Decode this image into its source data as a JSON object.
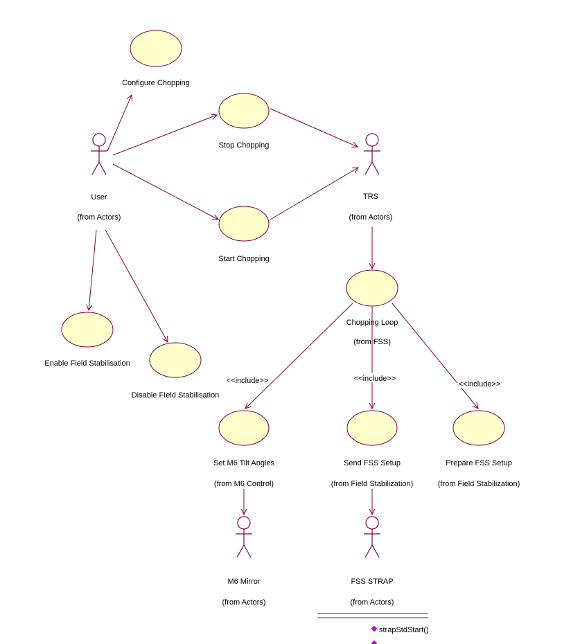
{
  "diagram": {
    "type": "uml-use-case-diagram",
    "colors": {
      "line": "#800040",
      "usecase_fill": "#FFFFCC",
      "text": "#000000",
      "operation_icon": "#CC00CC",
      "background": "#FFFFFF"
    }
  },
  "use_cases": {
    "configure_chopping": {
      "label": "Configure Chopping"
    },
    "stop_chopping": {
      "label": "Stop Chopping"
    },
    "start_chopping": {
      "label": "Start Chopping"
    },
    "chopping_loop": {
      "label": "Chopping Loop",
      "from": "(from FSS)"
    },
    "enable_field_stabilisation": {
      "label": "Enable Field Stabilisation"
    },
    "disable_field_stabilisation": {
      "label": "Disable FIeld Stabilisation"
    },
    "set_m6_tilt_angles": {
      "label": "Set M6 Tilt Angles",
      "from": "(from M6 Control)"
    },
    "send_fss_setup": {
      "label": "Send FSS Setup",
      "from": "(from Field Stabilization)"
    },
    "prepare_fss_setup": {
      "label": "Prepare FSS Setup",
      "from": "(from Field Stabilization)"
    }
  },
  "actors": {
    "user": {
      "label": "User",
      "from": "(from Actors)"
    },
    "trs": {
      "label": "TRS",
      "from": "(from Actors)"
    },
    "m6_mirror": {
      "label": "M6 Mirror",
      "from": "(from Actors)"
    },
    "fss_strap": {
      "label": "FSS STRAP",
      "from": "(from Actors)"
    }
  },
  "stereotypes": {
    "include_1": "<<include>>",
    "include_2": "<<include>>",
    "include_3": "<<include>>"
  },
  "class_compartment": {
    "operation": "strapStdStart()"
  }
}
